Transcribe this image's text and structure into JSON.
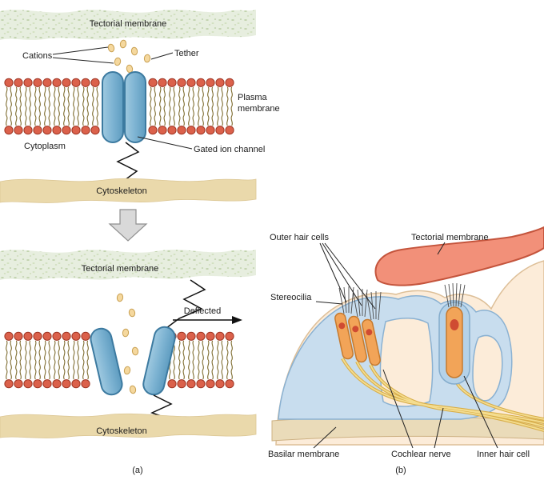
{
  "figure": {
    "caption_a": "(a)",
    "caption_b": "(b)"
  },
  "a": {
    "top": {
      "tectorial": "Tectorial membrane",
      "cations": "Cations",
      "tether": "Tether",
      "plasma_line1": "Plasma",
      "plasma_line2": "membrane",
      "cytoplasm": "Cytoplasm",
      "gated_channel": "Gated ion channel",
      "cytoskeleton": "Cytoskeleton"
    },
    "bottom": {
      "tectorial": "Tectorial membrane",
      "deflected": "Deflected",
      "cytoskeleton": "Cytoskeleton"
    }
  },
  "b": {
    "outer_hair_cells": "Outer hair cells",
    "tectorial_membrane": "Tectorial membrane",
    "stereocilia": "Stereocilia",
    "basilar_membrane": "Basilar membrane",
    "cochlear_nerve": "Cochlear nerve",
    "inner_hair_cell": "Inner hair cell"
  },
  "palette": {
    "lipid_head": "#db614b",
    "lipid_tail": "#7d6b2e",
    "channel_blue": "#7db3d2",
    "cation_yellow": "#f5d89e",
    "tectorial_speckle_green": "#e7eedf",
    "cytoskeleton_tan": "#ead9ab",
    "tectorial_b_salmon": "#f29079",
    "hair_cell_orange": "#f2a458",
    "nucleus_red": "#cf4b32",
    "nerve_yellow": "#e8c85f",
    "support_blue": "#c8ddee",
    "cream": "#fcecd9",
    "basilar_tan": "#eadbb9"
  }
}
